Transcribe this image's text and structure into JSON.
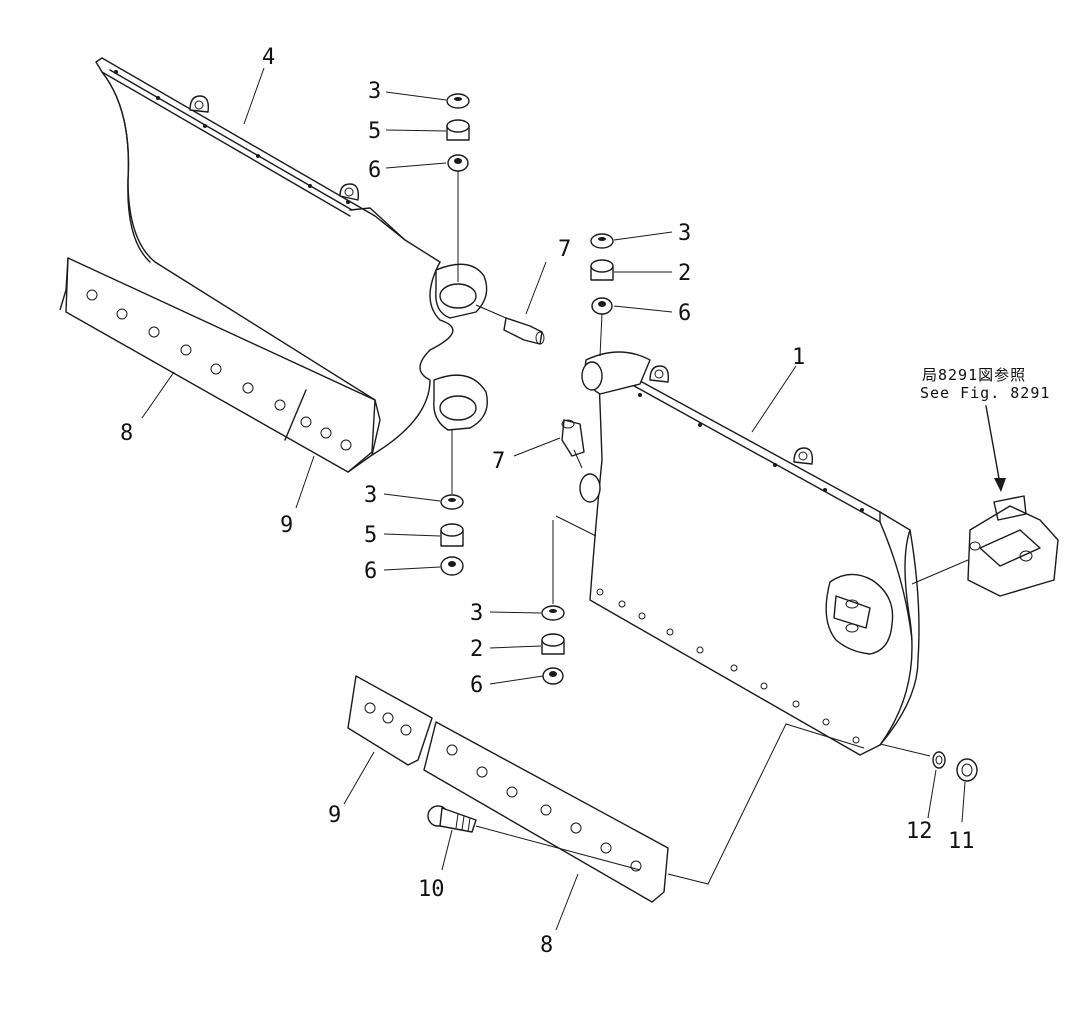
{
  "callouts": {
    "c1": "1",
    "c2a": "2",
    "c2b": "2",
    "c3a": "3",
    "c3b": "3",
    "c3c": "3",
    "c3d": "3",
    "c4": "4",
    "c5a": "5",
    "c5b": "5",
    "c6a": "6",
    "c6b": "6",
    "c6c": "6",
    "c6d": "6",
    "c7a": "7",
    "c7b": "7",
    "c8a": "8",
    "c8b": "8",
    "c9a": "9",
    "c9b": "9",
    "c10": "10",
    "c11": "11",
    "c12": "12"
  },
  "reference": {
    "line1": "局8291図参照",
    "line2": "See Fig. 8291"
  }
}
